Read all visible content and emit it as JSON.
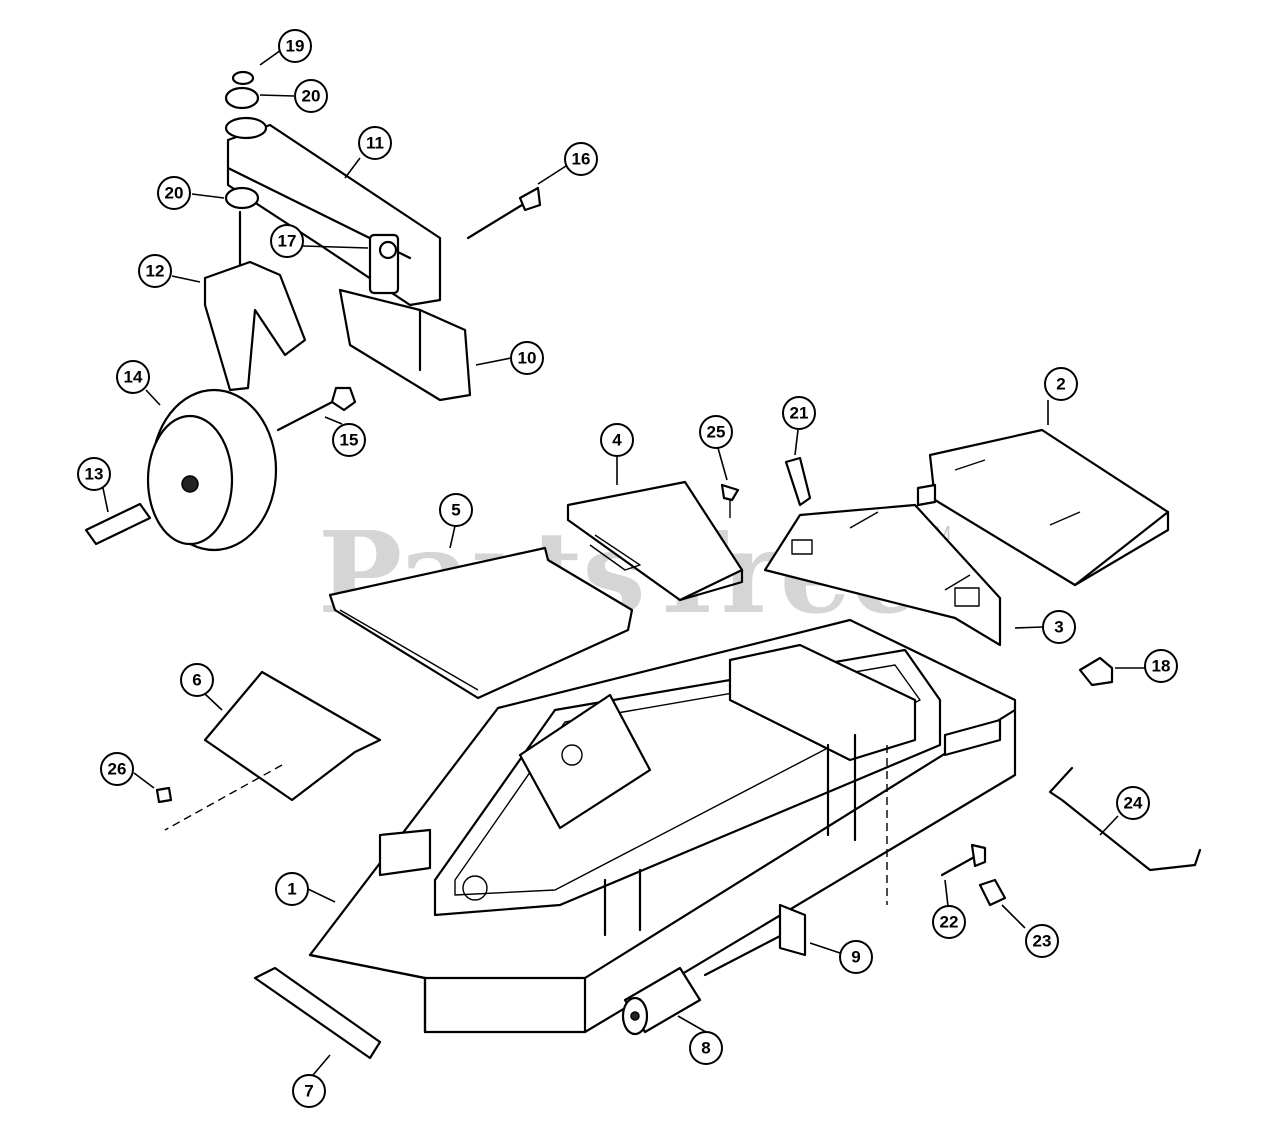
{
  "watermark": {
    "brand": "PartsTree",
    "trademark": "TM"
  },
  "callouts": [
    {
      "label": "1"
    },
    {
      "label": "2"
    },
    {
      "label": "3"
    },
    {
      "label": "4"
    },
    {
      "label": "5"
    },
    {
      "label": "6"
    },
    {
      "label": "7"
    },
    {
      "label": "8"
    },
    {
      "label": "9"
    },
    {
      "label": "10"
    },
    {
      "label": "11"
    },
    {
      "label": "12"
    },
    {
      "label": "13"
    },
    {
      "label": "14"
    },
    {
      "label": "15"
    },
    {
      "label": "16"
    },
    {
      "label": "17"
    },
    {
      "label": "18"
    },
    {
      "label": "19"
    },
    {
      "label": "20"
    },
    {
      "label": "20"
    },
    {
      "label": "21"
    },
    {
      "label": "22"
    },
    {
      "label": "23"
    },
    {
      "label": "24"
    },
    {
      "label": "25"
    },
    {
      "label": "26"
    }
  ]
}
